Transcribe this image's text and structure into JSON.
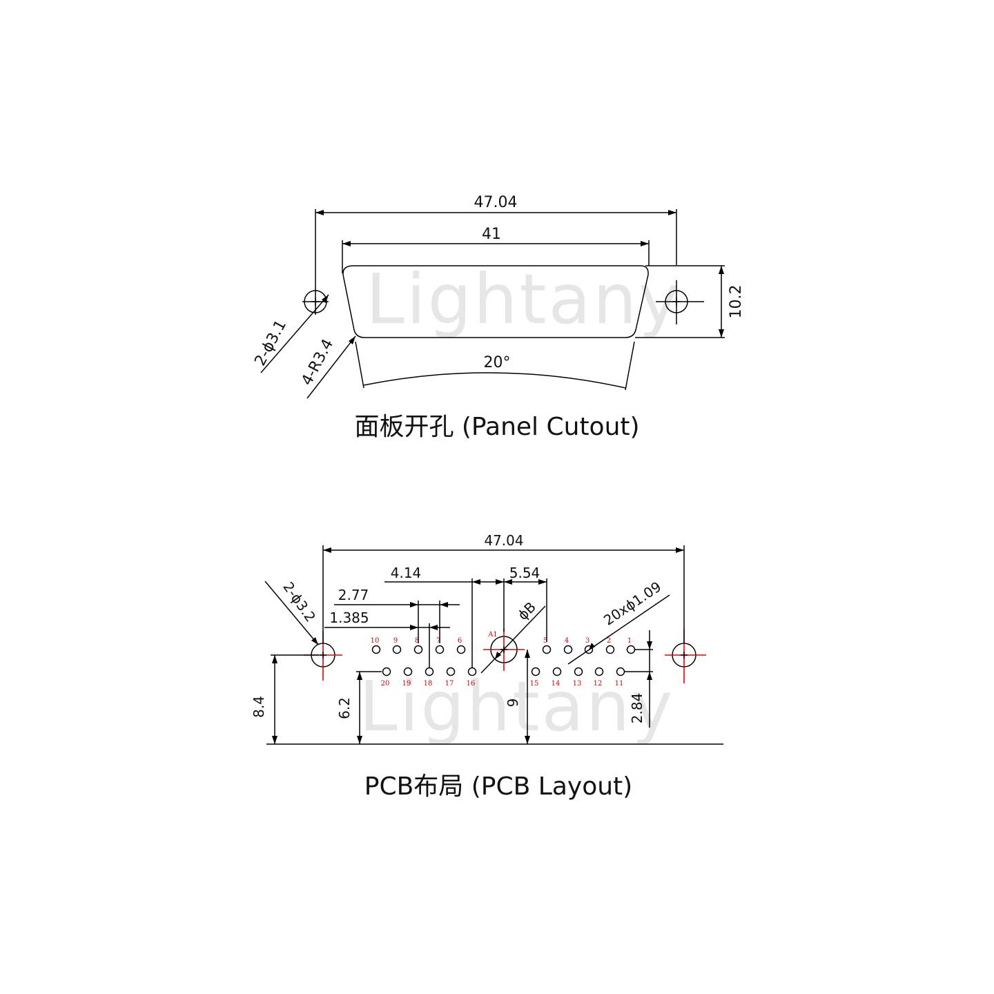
{
  "panel": {
    "caption": "面板开孔 (Panel Cutout)",
    "dim_overall": "47.04",
    "dim_shell": "41",
    "dim_height": "10.2",
    "dim_angle": "20°",
    "note_holes": "2-ϕ3.1",
    "note_radius": "4-R3.4"
  },
  "pcb": {
    "caption": "PCB布局 (PCB Layout)",
    "dim_overall": "47.04",
    "dim_4_14": "4.14",
    "dim_5_54": "5.54",
    "dim_2_77": "2.77",
    "dim_1_385": "1.385",
    "dim_diaB": "ϕB",
    "note_pins": "20xϕ1.09",
    "note_holes": "2-ϕ3.2",
    "dim_8_4": "8.4",
    "dim_6_2": "6.2",
    "dim_9": "9",
    "dim_2_84": "2.84",
    "label_a1": "A1",
    "top_row_pins": [
      "10",
      "9",
      "8",
      "7",
      "6",
      "5",
      "4",
      "3",
      "2",
      "1"
    ],
    "bottom_row_pins": [
      "20",
      "19",
      "18",
      "17",
      "16",
      "15",
      "14",
      "13",
      "12",
      "11"
    ]
  },
  "watermark": "Lightany",
  "colors": {
    "line": "#000000",
    "center_mark": "#e00000",
    "pin_label": "#d40000",
    "watermark": "#e6e6e6"
  }
}
